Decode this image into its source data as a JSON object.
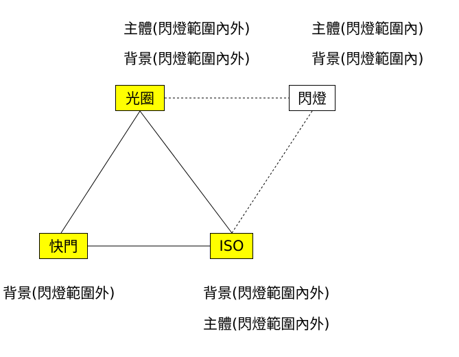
{
  "nodes": {
    "aperture": "光圈",
    "flash": "閃燈",
    "shutter": "快門",
    "iso": "ISO"
  },
  "labels": {
    "aperture_subject": "主體(閃燈範圍內外)",
    "aperture_background": "背景(閃燈範圍內外)",
    "flash_subject": "主體(閃燈範圍內)",
    "flash_background": "背景(閃燈範圍內)",
    "shutter_background": "背景(閃燈範圍外)",
    "iso_background": "背景(閃燈範圍內外)",
    "iso_subject": "主體(閃燈範圍內外)"
  },
  "colors": {
    "highlight": "#ffff00",
    "plain": "#ffffff",
    "line": "#000000"
  }
}
